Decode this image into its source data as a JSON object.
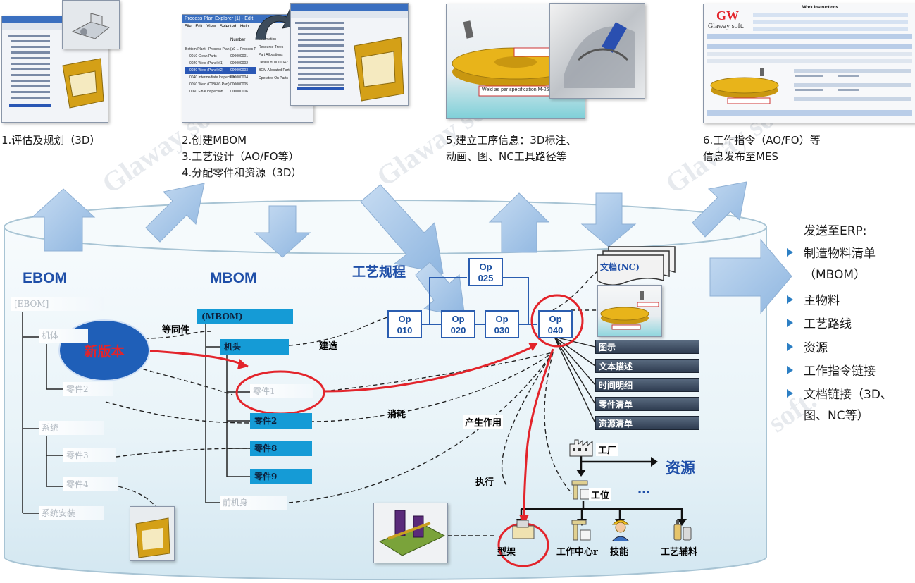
{
  "top_captions": {
    "step1": "1.评估及规划（3D）",
    "step2_4": "2.创建MBOM\n3.工艺设计（AO/FO等）\n4.分配零件和资源（3D）",
    "step5": "5.建立工序信息：3D标注、\n动画、图、NC工具路径等",
    "step6": "6.工作指令（AO/FO）等\n信息发布至MES"
  },
  "screenshots": {
    "s2_window_title": "Process Plan Explorer [1] - Edit",
    "s2_menu": [
      "File",
      "Edit",
      "View",
      "Selected",
      "Help"
    ],
    "s2_col_number": "Number",
    "s2_rows": [
      "Bottom Plant - Process Plan (a0 ... Process Plan)",
      "0010 Clean Parts",
      "0020 Weld (Panel #1)",
      "0030 Weld (Panel #2)",
      "0040 Intermediate Inspection",
      "0050 Weld (C08603 Part)",
      "0060 Final Inspection"
    ],
    "s2_numbers": [
      "000000001",
      "000000002",
      "000000003",
      "000000004",
      "000000005",
      "000000006"
    ],
    "s2_panel": [
      "Information",
      "Resource Trees",
      "Part Allocations",
      "Details of 0000042",
      "BOM Allocated Parts",
      "Operated On Parts"
    ],
    "s5_callout": "Weld as per specification M-265",
    "s6_logo_mark": "GW",
    "s6_logo_text": "Glaway soft.",
    "s6_title": "Work Instructions"
  },
  "ebom": {
    "title": "EBOM",
    "root": "[EBOM]",
    "items": [
      "机体",
      "零件2",
      "系统",
      "零件3",
      "零件4",
      "系统安装"
    ]
  },
  "mbom": {
    "title": "MBOM",
    "root": "(MBOM)",
    "items": [
      "机头",
      "零件1",
      "零件2",
      "零件8",
      "零件9",
      "前机身"
    ]
  },
  "new_version": "新版本",
  "links": {
    "equivalent": "等同件",
    "build": "建造",
    "consume": "消耗",
    "produce_effect": "产生作用",
    "execute": "执行"
  },
  "routing": {
    "title": "工艺规程",
    "ops": [
      {
        "op": "Op",
        "num": "010"
      },
      {
        "op": "Op",
        "num": "020"
      },
      {
        "op": "Op",
        "num": "030"
      },
      {
        "op": "Op",
        "num": "040"
      },
      {
        "op": "Op",
        "num": "025"
      }
    ]
  },
  "doc_nc": "文档(NC)",
  "details": [
    "图示",
    "文本描述",
    "时间明细",
    "零件清单",
    "资源清单"
  ],
  "resources": {
    "title": "资源",
    "factory": "工厂",
    "station": "工位",
    "ellipsis": "...",
    "children": [
      "型架",
      "工作中心r",
      "技能",
      "工艺辅料"
    ]
  },
  "erp": {
    "title": "发送至ERP:",
    "items": [
      "制造物料清单\n（MBOM）",
      "主物料",
      "工艺路线",
      "资源",
      "工作指令链接",
      "文档链接（3D、\n图、NC等）"
    ]
  },
  "watermark": "Glaway soft.",
  "colors": {
    "arrow_fill": "#a9c9ea",
    "accent_blue": "#159bd6",
    "title_blue": "#1f4fa8",
    "red": "#e3242b",
    "ellipse_blue": "#1f5fb8"
  }
}
